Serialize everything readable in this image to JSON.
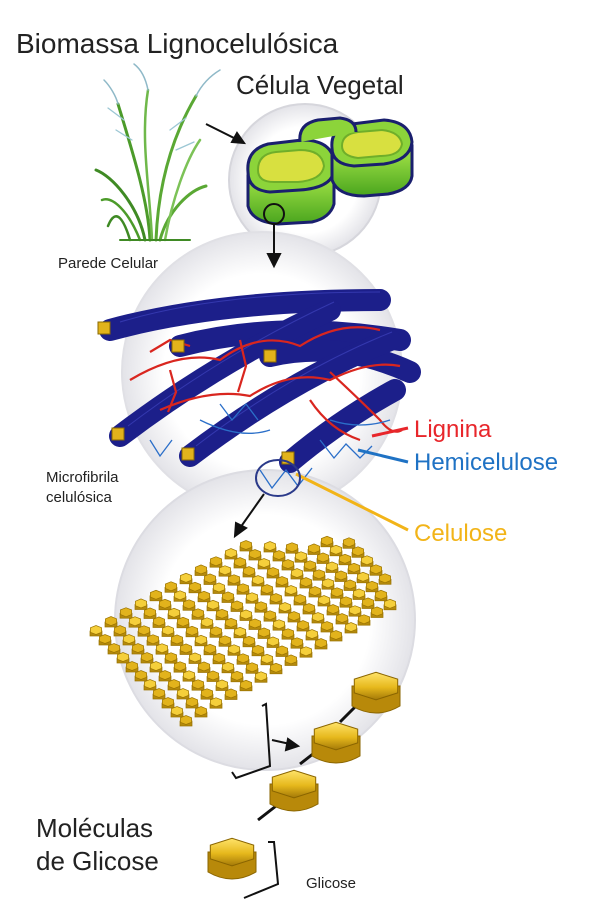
{
  "labels": {
    "title": "Biomassa Lignocelulósica",
    "cell": "Célula Vegetal",
    "wall": "Parede Celular",
    "microfibril_line1": "Microfibrila",
    "microfibril_line2": "celulósica",
    "lignin": "Lignina",
    "hemicellulose": "Hemicelulose",
    "cellulose": "Celulose",
    "molecules_line1": "Moléculas",
    "molecules_line2": "de Glicose",
    "glucose": "Glicose"
  },
  "colors": {
    "lignin": "#e8262b",
    "hemicellulose": "#1f72c4",
    "cellulose": "#f2b418",
    "fibril": "#1c1f8a",
    "cell_green": "#8cd43a",
    "cell_yellow": "#d8e040",
    "glucose_gold": "#e6b81c"
  },
  "icons": {
    "plant": "grass-plant-icon",
    "cell": "plant-cell-icon",
    "fibrils": "microfibril-bundle-icon",
    "crystal": "cellulose-crystal-icon",
    "glucose": "glucose-molecule-icon"
  }
}
